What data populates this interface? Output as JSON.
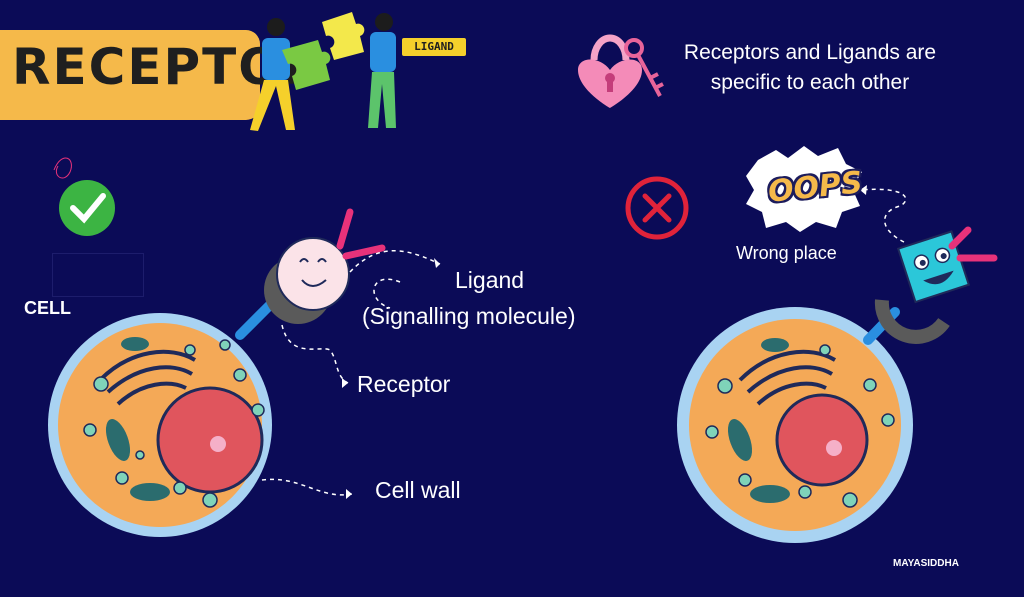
{
  "header": {
    "title": "RECEPTOR",
    "ligand_tag": "LIGAND"
  },
  "specificity_note": "Receptors and Ligands are specific to each other",
  "left_diagram": {
    "status_icon": "checkmark-icon",
    "cell_label": "CELL",
    "labels": {
      "ligand_line1": "Ligand",
      "ligand_line2": "(Signalling molecule)",
      "receptor": "Receptor",
      "cell_wall": "Cell wall"
    }
  },
  "right_diagram": {
    "status_icon": "cross-icon",
    "oops": "OOPS",
    "wrong_place": "Wrong place"
  },
  "footer": {
    "brand": "MAYASIDDHA"
  },
  "colors": {
    "background": "#0b0b57",
    "banner": "#f5b94a",
    "cell_body": "#f4a957",
    "cell_wall": "#a9d3f2",
    "nucleus": "#e0555d",
    "check": "#3cb443",
    "cross": "#e0233a"
  }
}
